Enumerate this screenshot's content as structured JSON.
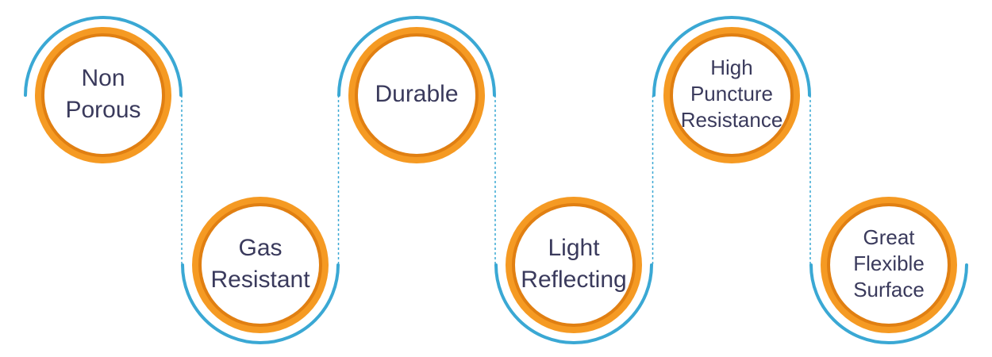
{
  "colors": {
    "ring_outer": "#f59a23",
    "ring_inner_shadow": "#e07f12",
    "arc": "#3aa8d4",
    "connector": "#3aa8d4",
    "circle_fill": "#ffffff",
    "text": "#3a3a5c"
  },
  "nodes": [
    {
      "id": "non-porous",
      "lines": [
        "Non",
        "Porous"
      ]
    },
    {
      "id": "gas-resistant",
      "lines": [
        "Gas",
        "Resistant"
      ]
    },
    {
      "id": "durable",
      "lines": [
        "Durable"
      ]
    },
    {
      "id": "light-reflecting",
      "lines": [
        "Light",
        "Reflecting"
      ]
    },
    {
      "id": "high-puncture-resistance",
      "lines": [
        "High",
        "Puncture",
        "Resistance"
      ]
    },
    {
      "id": "great-flexible-surface",
      "lines": [
        "Great",
        "Flexible",
        "Surface"
      ]
    }
  ]
}
